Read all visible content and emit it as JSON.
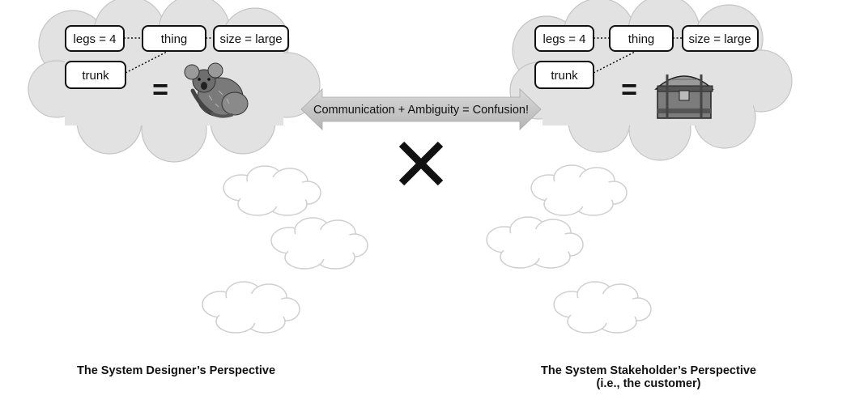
{
  "designer": {
    "labels": {
      "legs": "legs = 4",
      "thing": "thing",
      "size": "size = large",
      "trunk": "trunk"
    },
    "equals": "=",
    "image": "koala-icon",
    "caption": "The System Designer’s Perspective"
  },
  "stakeholder": {
    "labels": {
      "legs": "legs = 4",
      "thing": "thing",
      "size": "size = large",
      "trunk": "trunk"
    },
    "equals": "=",
    "image": "treasure-chest-icon",
    "caption_line1": "The System Stakeholder’s Perspective",
    "caption_line2": "(i.e., the customer)"
  },
  "communication": {
    "text": "Communication + Ambiguity = Confusion!",
    "blocked_icon": "x-icon"
  },
  "colors": {
    "cloud_fill": "#e2e2e2",
    "cloud_outline": "#c4c4c4",
    "small_cloud_outline": "#cfcfcf",
    "arrow_fill": "#c8c8c8",
    "ink": "#111111"
  }
}
